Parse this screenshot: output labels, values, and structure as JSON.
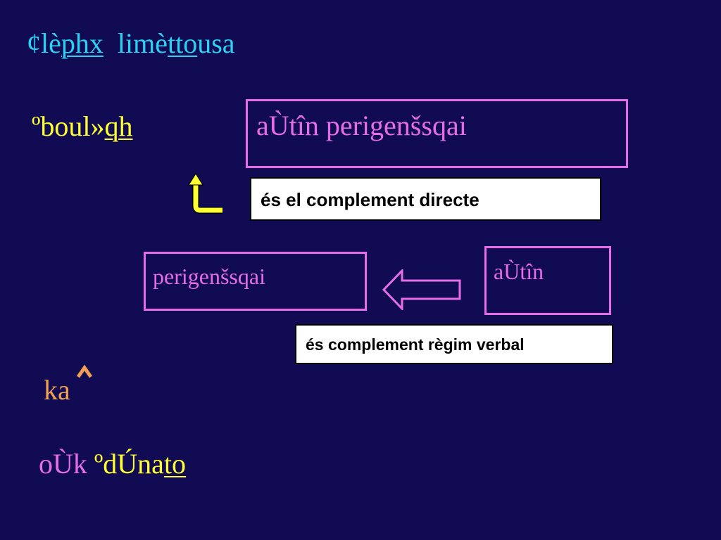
{
  "title": {
    "plain1": "¢lè",
    "u1": "phx",
    "plain2": "limè",
    "u2": "tto",
    "plain3": "usa"
  },
  "word1": {
    "plain": "ºboul»",
    "u": "qh"
  },
  "word2": "ka",
  "word3": {
    "part1": "oÙk",
    "part2": "ºdÚna",
    "u": "to"
  },
  "box_top_text": "aÙtîn perigenšsqai",
  "label_top": "és el complement directe",
  "box_left_text": "perigenšsqai",
  "box_right_text": "aÙtîn",
  "label_bottom": "és complement règim verbal",
  "colors": {
    "background": "#110b54",
    "cyan": "#2ad1f0",
    "yellow": "#ffff33",
    "orange": "#f0a050",
    "pink": "#e66de6",
    "white": "#ffffff",
    "black": "#000000"
  },
  "icons": {
    "circumflex": "circumflex-accent-icon",
    "bent_arrow": "bent-up-arrow-icon",
    "left_arrow": "left-arrow-outline-icon"
  }
}
